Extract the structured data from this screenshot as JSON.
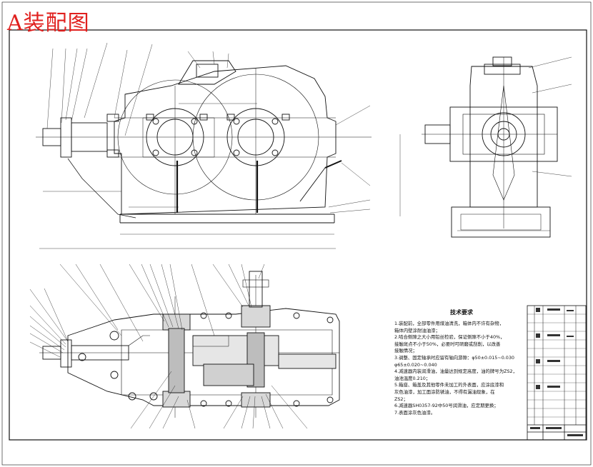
{
  "title": "A装配图",
  "technical_requirements": {
    "heading": "技术要求",
    "lines": [
      "1.装配前，全部零件用煤油清洗，箱体内不许有杂物，",
      "  箱体内壁涂耐油油漆；",
      "2.啮合侧隙之大小用铅丝检验，保证侧隙不小于40%，",
      "  接触斑点不小于50%，必要时可研磨或刮削，以改善",
      "  接触情况；",
      "3.调整、固定轴承时应留有轴向游隙：φ50±0.015~0.030",
      "  φ65±0.020~0.040",
      "4.减速器内装润滑油，油量达到规定高度，油的牌号为ZS2，",
      "  油池温度0.210；",
      "5.箱座、箱盖及其他零件未加工的外表面，应涂底漆和",
      "  灰色油漆，加工面涂防锈油，不得有漏油现象，在",
      "  ZS2；",
      "6.减速器SH0357-92中50号润滑油，应定期更换；",
      "7.表面涂灰色油漆。"
    ]
  }
}
